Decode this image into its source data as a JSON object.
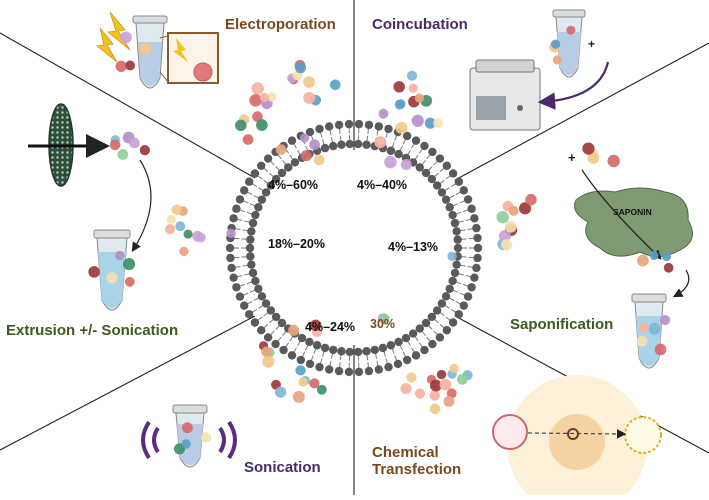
{
  "methods": {
    "electroporation": "Electroporation",
    "coincubation": "Coincubation",
    "extrusion": "Extrusion +/- Sonication",
    "saponification": "Saponification",
    "sonication": "Sonication",
    "chemical_line1": "Chemical",
    "chemical_line2": "Transfection"
  },
  "percentages": {
    "electroporation": "4%–60%",
    "coincubation": "4%–40%",
    "extrusion": "18%–20%",
    "saponification": "4%–13%",
    "sonication": "4%–24%",
    "chemical": "30%"
  },
  "saponin_label": "SAPONIN",
  "colors": {
    "electroporation_label": "#7a4a1e",
    "coincubation_label": "#4a2a6b",
    "extrusion_label": "#3e5a1e",
    "saponification_label": "#3e5a1e",
    "sonication_label": "#4a2a6b",
    "chemical_label": "#7a4a1e",
    "membrane": "#555555",
    "saponin_blob": "#7f9a73",
    "tube_liquid": "#a9d4e8",
    "wave_purple": "#5b2a86"
  },
  "icons": [
    "lightning-icon",
    "tube-icon",
    "water-bath-icon",
    "filter-membrane-icon",
    "sound-wave-icon",
    "arrow-icon"
  ]
}
